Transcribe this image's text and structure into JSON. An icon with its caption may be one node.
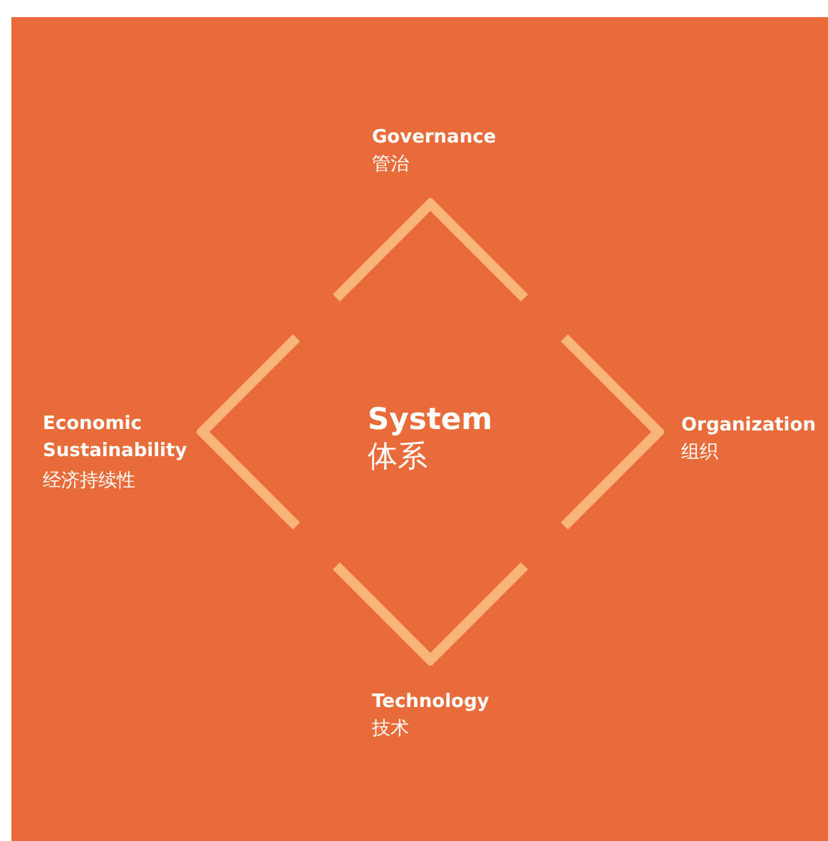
{
  "diagram": {
    "nodes": [
      {
        "text": [
          "System",
          "体系"
        ]
      }
    ],
    "edges": [],
    "labels": [
      "Governance",
      "管治",
      "Economic Sustainability",
      "经济持续性",
      "Organization",
      "组织",
      "Technology",
      "技术"
    ]
  }
}
